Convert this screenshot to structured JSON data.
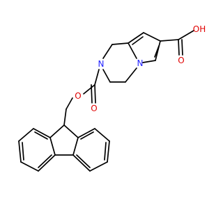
{
  "molecule": {
    "atom_labels": {
      "nitrogen_ring": "N",
      "nitrogen_pyrrole": "N",
      "oxygen_ester": "O",
      "oxygen_carbonyl": "O",
      "oxygen_acid_carbonyl": "O",
      "acid_hydroxyl": "OH"
    },
    "colors": {
      "bond": "#000000",
      "nitrogen": "#1f1fff",
      "oxygen": "#e00000"
    }
  }
}
